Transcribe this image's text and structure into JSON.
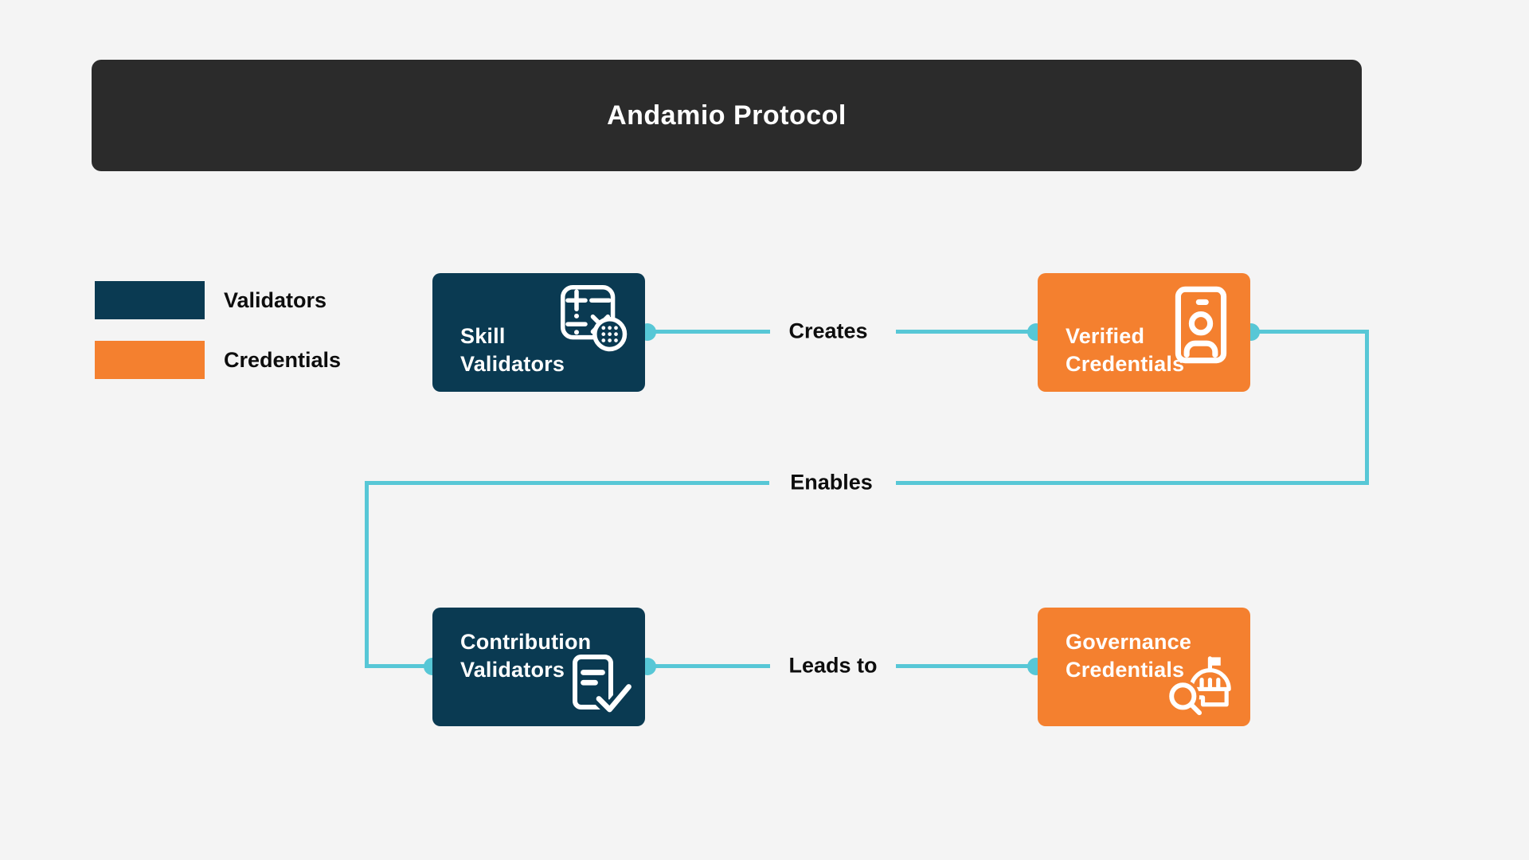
{
  "title": "Andamio Protocol",
  "colors": {
    "background": "#F4F4F4",
    "header_bg": "#2B2B2B",
    "header_text": "#FFFFFF",
    "validator": "#0A3A52",
    "credential": "#F4802F",
    "connector": "#57C7D6",
    "label_text": "#0D0D0D"
  },
  "legend": {
    "items": [
      {
        "label": "Validators",
        "color_key": "validator"
      },
      {
        "label": "Credentials",
        "color_key": "credential"
      }
    ]
  },
  "nodes": [
    {
      "id": "skill-validators",
      "type": "validator",
      "icon": "calculator-icon",
      "label_lines": [
        "Skill",
        "Validators"
      ]
    },
    {
      "id": "verified-credentials",
      "type": "credential",
      "icon": "id-badge-icon",
      "label_lines": [
        "Verified",
        "Credentials"
      ]
    },
    {
      "id": "contribution-validators",
      "type": "validator",
      "icon": "document-check-icon",
      "label_lines": [
        "Contribution",
        "Validators"
      ]
    },
    {
      "id": "governance-credentials",
      "type": "credential",
      "icon": "government-search-icon",
      "label_lines": [
        "Governance",
        "Credentials"
      ]
    }
  ],
  "edges": [
    {
      "from": "skill-validators",
      "to": "verified-credentials",
      "label": "Creates"
    },
    {
      "from": "verified-credentials",
      "to": "contribution-validators",
      "label": "Enables"
    },
    {
      "from": "contribution-validators",
      "to": "governance-credentials",
      "label": "Leads to"
    }
  ]
}
